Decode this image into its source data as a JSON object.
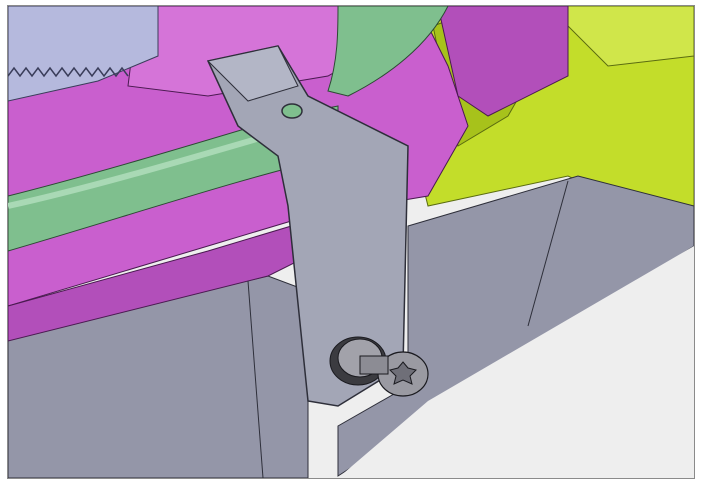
{
  "scene": {
    "view": "cad-3d-render",
    "parts": [
      {
        "name": "magenta-housing",
        "color": "#c95fce"
      },
      {
        "name": "green-tube",
        "color": "#7fbf8e"
      },
      {
        "name": "yellow-green-panel",
        "color": "#c3dd2a"
      },
      {
        "name": "gray-bracket",
        "color": "#a3a6b6"
      },
      {
        "name": "gray-skirt-panel",
        "color": "#9496a8"
      },
      {
        "name": "screw-with-washer",
        "color": "#9a9aa2"
      },
      {
        "name": "blue-gray-trim",
        "color": "#b5b9dd"
      },
      {
        "name": "background",
        "color": "#eeeeee"
      }
    ]
  }
}
